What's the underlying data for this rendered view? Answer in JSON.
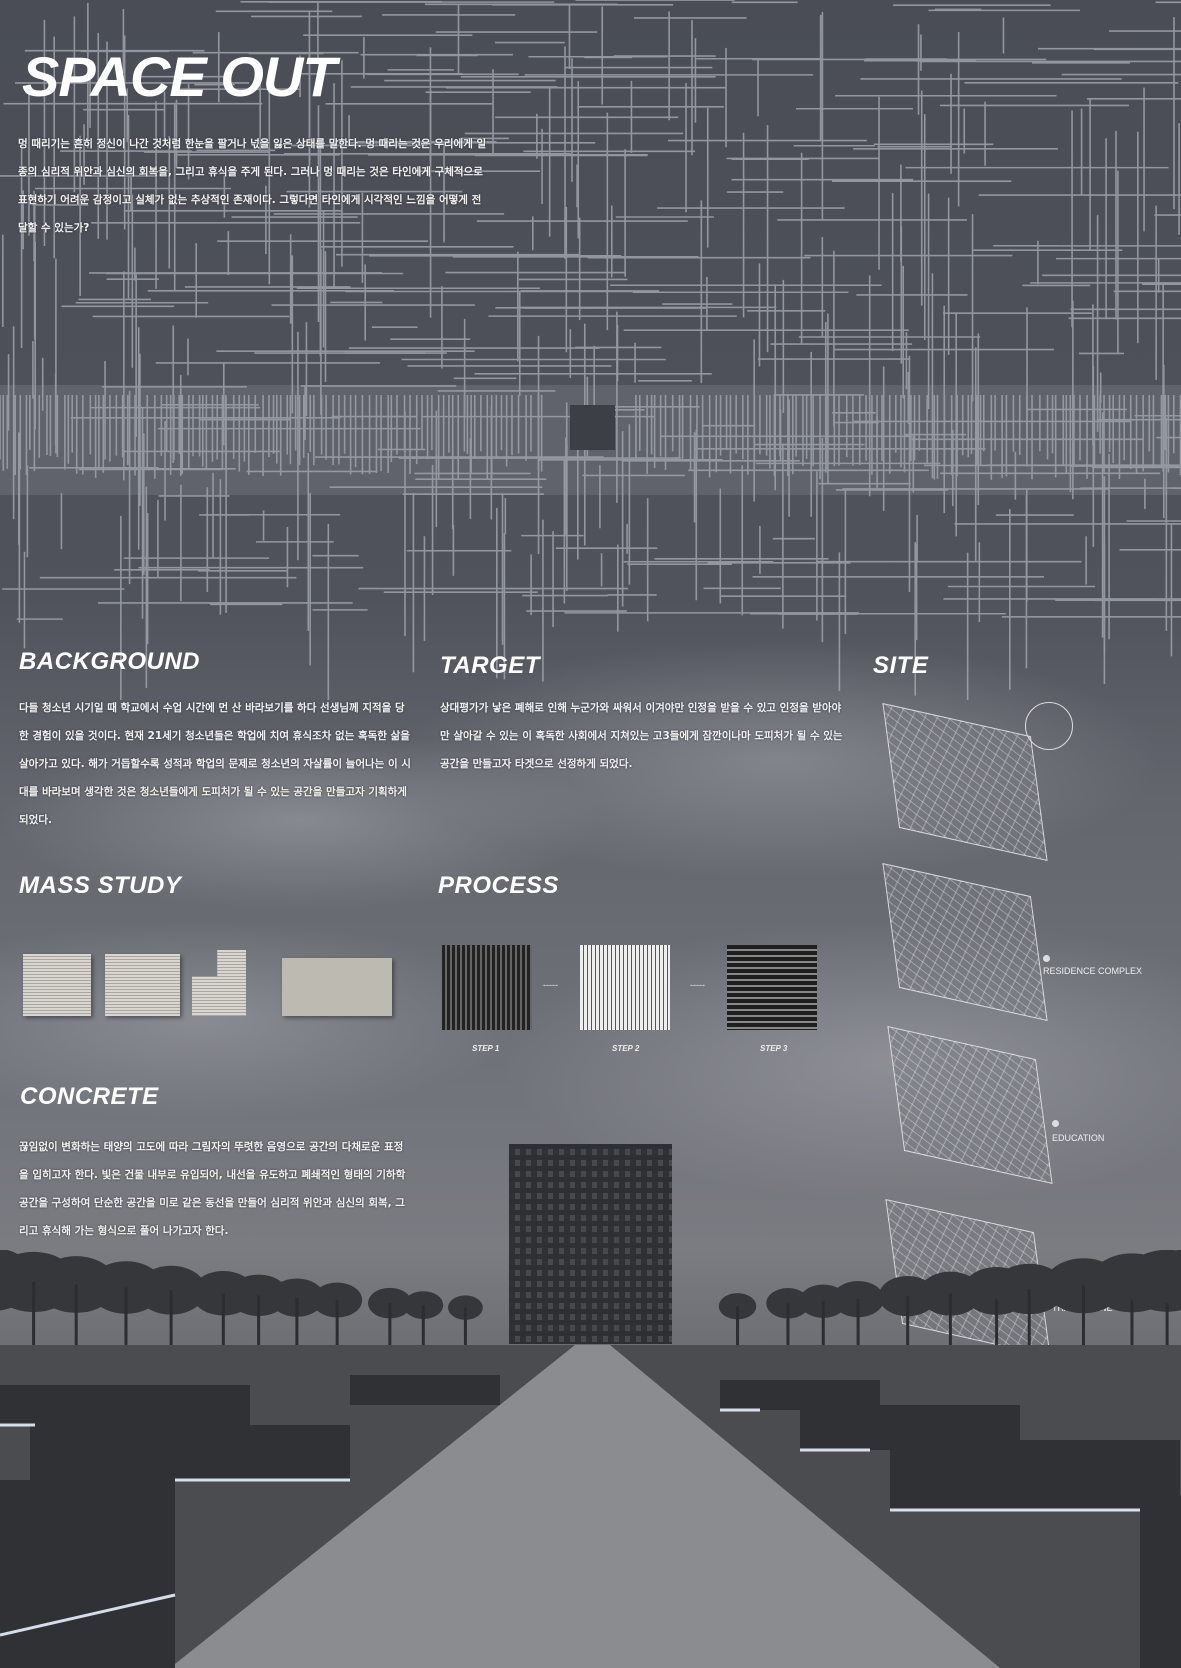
{
  "title": "SPACE OUT",
  "intro": [
    "멍 때리기는 흔히 정신이 나간 것처럼 한눈을 팔거나 넋을 잃은 상태를 말한다. 멍 때리는 것은 우리에게 일",
    "종의 심리적 위안과 심신의 회복을, 그리고 휴식을 주게 된다. 그러나 멍 때리는 것은 타인에게 구체적으로",
    "표현하기 어려운 감정이고 실체가 없는 추상적인 존재이다. 그렇다면 타인에게 시각적인 느낌을 어떻게 전",
    "달할 수 있는가?"
  ],
  "background": {
    "heading": "BACKGROUND",
    "lines": [
      "다들 청소년 시기일 때 학교에서 수업 시간에 먼 산 바라보기를 하다 선생님께 지적을 당",
      "한 경험이 있을 것이다. 현재 21세기 청소년들은 학업에 치여 휴식조차 없는 혹독한 삶을",
      "살아가고 있다. 해가 거듭할수록 성적과 학업의 문제로 청소년의 자살률이 늘어나는 이 시",
      "대를 바라보며 생각한 것은 청소년들에게 도피처가 될 수 있는 공간을 만들고자 기획하게",
      "되었다."
    ]
  },
  "target": {
    "heading": "TARGET",
    "lines": [
      "상대평가가 낳은 폐해로 인해 누군가와 싸워서 이겨야만 인정을 받을 수 있고 인정을 받아야",
      "만 살아갈 수 있는 이 혹독한 사회에서 지쳐있는 고3들에게 잠깐이나마 도피처가 될 수 있는",
      "공간을 만들고자 타겟으로 선정하게 되었다."
    ]
  },
  "site": {
    "heading": "SITE",
    "labels": [
      "RESIDENCE COMPLEX",
      "EDUCATION",
      "TRAFFIC LINE"
    ]
  },
  "mass_study": {
    "heading": "MASS STUDY"
  },
  "process": {
    "heading": "PROCESS",
    "steps": [
      "STEP 1",
      "STEP 2",
      "STEP 3"
    ],
    "connector": "-----"
  },
  "concrete": {
    "heading": "CONCRETE",
    "lines": [
      "끊임없이 변화하는 태양의 고도에 따라 그림자의 뚜렷한 음영으로 공간의 다채로운 표정",
      "을 입히고자 한다. 빛은 건물 내부로 유입되어, 내선을 유도하고 폐쇄적인 형태의 기하학",
      "공간을 구성하여 단순한 공간을 미로 같은 동선을 만들어 심리적 위안과 심신의 회복, 그",
      "리고 휴식해 가는 형식으로 풀어 나가고자 한다."
    ]
  },
  "colors": {
    "background": "#4d5058",
    "grid": "#9a9ea6",
    "glow": "#e8f0ff"
  }
}
